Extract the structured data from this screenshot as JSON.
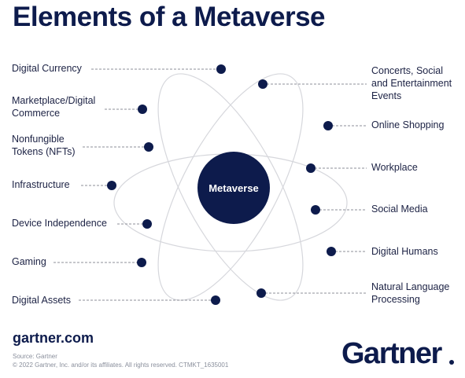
{
  "title": "Elements of a Metaverse",
  "center_label": "Metaverse",
  "left_items": [
    "Digital Currency",
    "Marketplace/Digital\nCommerce",
    "Nonfungible\nTokens (NFTs)",
    "Infrastructure",
    "Device Independence",
    "Gaming",
    "Digital Assets"
  ],
  "right_items": [
    "Concerts, Social\nand Entertainment\nEvents",
    "Online Shopping",
    "Workplace",
    "Social Media",
    "Digital Humans",
    "Natural Language\nProcessing"
  ],
  "footer": {
    "site": "gartner.com",
    "source": "Source: Gartner\n© 2022 Gartner, Inc. and/or its affiliates. All rights reserved. CTMKT_1635001",
    "brand": "Gartner"
  },
  "colors": {
    "navy": "#0d1b4c",
    "orbit": "#d6d7dc",
    "leader": "#8d8f98",
    "text": "#1c2244"
  }
}
